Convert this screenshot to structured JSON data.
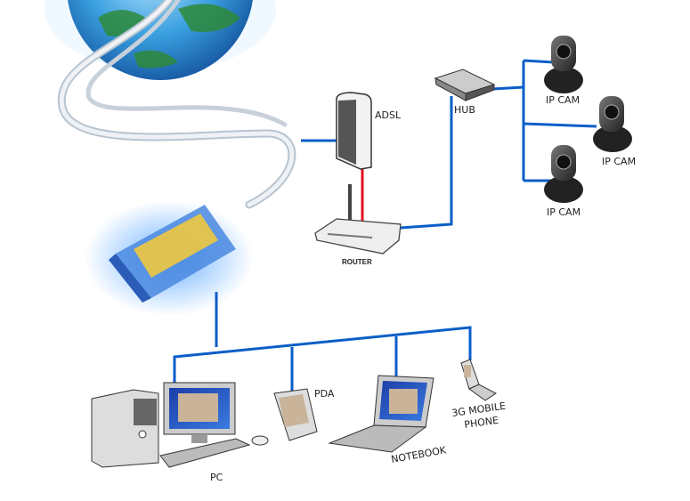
{
  "diagram": {
    "nodes": {
      "adsl": "ADSL",
      "router": "ROUTER",
      "hub": "HUB",
      "cam1": "IP CAM",
      "cam2": "IP CAM",
      "cam3": "IP CAM",
      "pc": "PC",
      "pda": "PDA",
      "notebook": "NOTEBOOK",
      "phone_line1": "3G MOBILE",
      "phone_line2": "PHONE"
    },
    "colors": {
      "link": "#0a5ec8",
      "adsl_link": "#e01020",
      "globe_sea": "#3aa0e0",
      "globe_land": "#2e8a3a"
    }
  }
}
